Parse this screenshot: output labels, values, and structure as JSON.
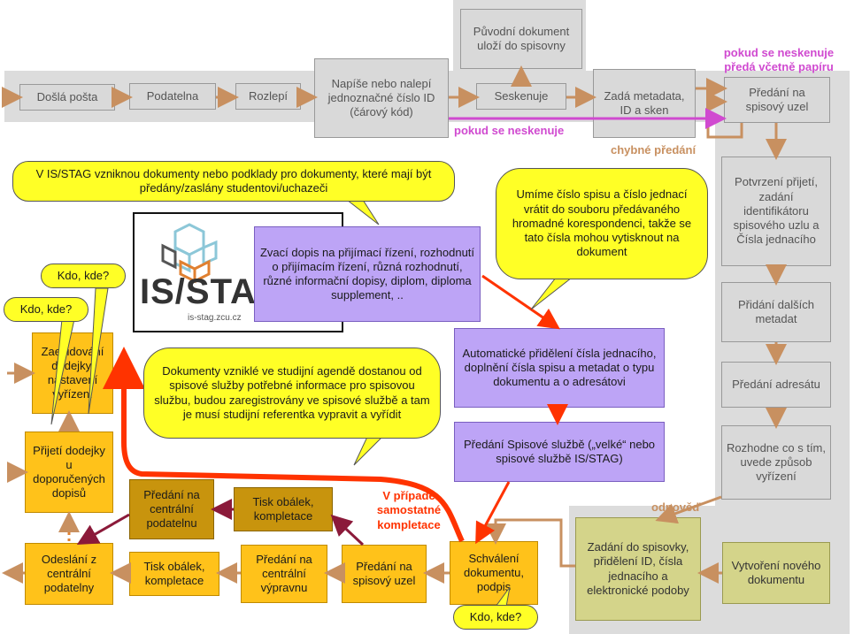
{
  "top_flow": {
    "dosla_posta": "Došlá pošta",
    "podatelna": "Podatelna",
    "rozlepi": "Rozlepí",
    "napise": "Napíše nebo nalepí jednoznačné číslo ID (čárový kód)",
    "puvodni": "Původní dokument uloží do spisovny",
    "seskenuje": "Seskenuje",
    "zada_metadata": "Zadá metadata, ID a sken",
    "predani_uzel": "Předání na spisový uzel"
  },
  "right_column": {
    "potvrzeni": "Potvrzení přijetí, zadání identifikátoru spisového uzlu a Čísla jednacího",
    "pridani_metadat": "Přidání dalších metadat",
    "predani_adresatu": "Předání adresátu",
    "rozhodne": "Rozhodne co s tím, uvede způsob vyřízení"
  },
  "labels": {
    "pokud_papir": "pokud se neskenuje předá včetně papíru",
    "pokud_neskenuje": "pokud se neskenuje",
    "chybne": "chybné předání",
    "odpoved": "odpověď",
    "samostatne": "V případě samostatné kompletace"
  },
  "stag": {
    "logo_text": "IS/STAG",
    "logo_url": "is-stag.zcu.cz",
    "zvaci": "Zvací dopis na přijímací řízení, rozhodnutí o přijímacím řízení, různá rozhodnutí, různé informační dopisy, diplom, diploma supplement, ..",
    "automaticke": "Automatické přidělení čísla jednacího, doplnění čísla spisu a metadat o typu dokumentu a o adresátovi",
    "predani_sluzbe": "Předání Spisové službě („velké“ nebo spisové službě IS/STAG)"
  },
  "bubbles": {
    "vznik": "V IS/STAG vzniknou dokumenty nebo podklady pro dokumenty, které mají být předány/zaslány studentovi/uchazeči",
    "cislo_spisu": "Umíme číslo spisu a číslo jednací vrátit do souboru předávaného hromadné korespondenci, takže se tato čísla mohou vytisknout na dokument",
    "dokumenty": "Dokumenty vzniklé ve studijní agendě dostanou od spisové služby potřebné informace pro spisovou službu, budou zaregistrovány ve spisové službě a tam je musí studijní referentka vypravit a vyřídit",
    "kdo1": "Kdo, kde?",
    "kdo2": "Kdo, kde?",
    "kdo3": "Kdo, kde?"
  },
  "bottom_flow": {
    "zaevidovani": "Zaevidování dodejky, nastavení vyřízení",
    "prijeti_dodejky": "Přijetí dodejky u doporučených dopisů",
    "odeslani": "Odeslání z centrální podatelny",
    "tisk1": "Tisk obálek, kompletace",
    "predani_vypravnu": "Předání na centrální výpravnu",
    "predani_spis_uzel": "Předání na spisový uzel",
    "schvaleni": "Schválení dokumentu, podpis",
    "predani_podatelnu": "Předání na centrální podatelnu",
    "tisk2": "Tisk obálek, kompletace",
    "zadani_spisovky": "Zadání do spisovky, přidělení ID, čísla jednacího a elektronické podoby",
    "vytvoreni": "Vytvoření nového dokumentu"
  },
  "colors": {
    "arrow_brown": "#c89060",
    "arrow_purple": "#d04ad0",
    "arrow_red": "#ff3300",
    "arrow_maroon": "#8b1a3a",
    "lane_grey": "#dcdcdc"
  }
}
